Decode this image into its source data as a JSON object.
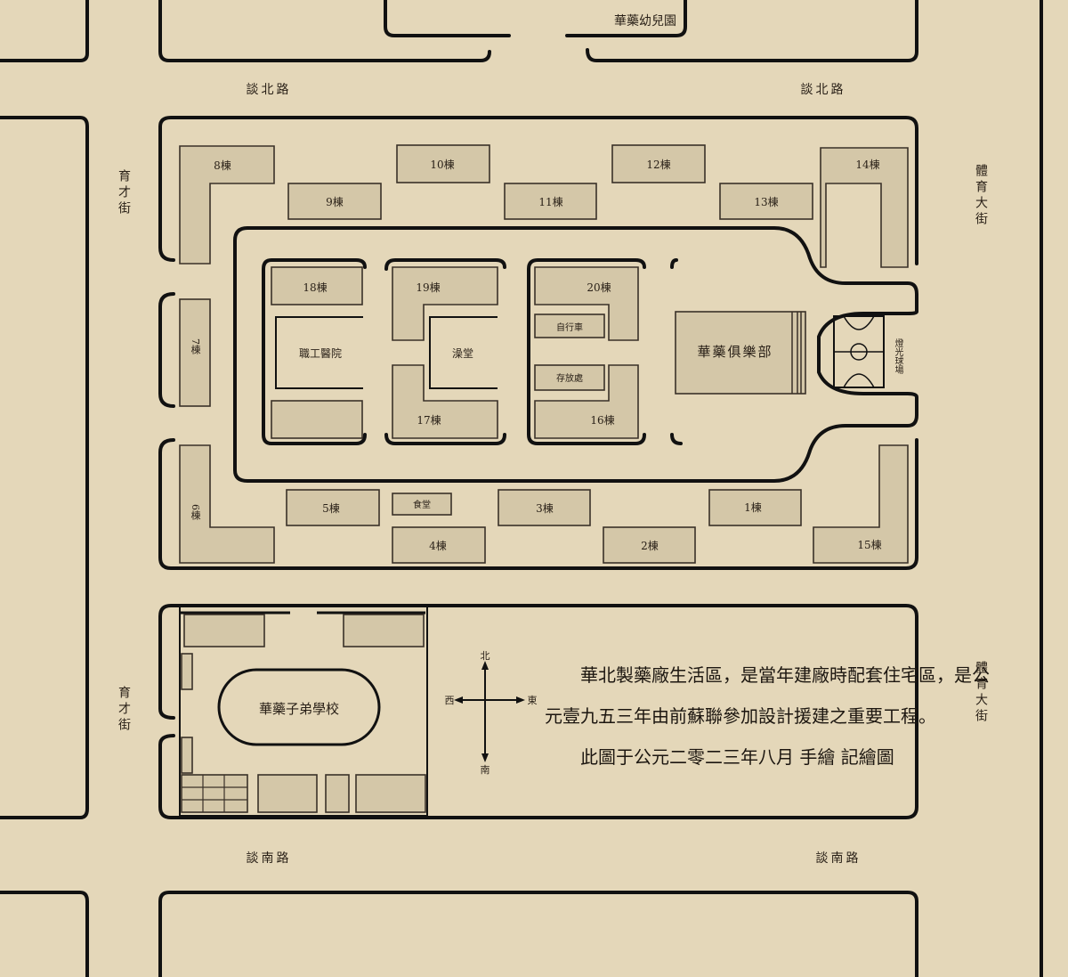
{
  "map": {
    "streets": {
      "north_left": "談北路",
      "north_right": "談北路",
      "south_left": "談南路",
      "south_right": "談南路",
      "west_top": "育才街",
      "west_bottom": "育才街",
      "east_top": "體育大街",
      "east_bottom": "體育大街",
      "top_block": "華藥幼兒園"
    },
    "buildings": {
      "b1": "1棟",
      "b2": "2棟",
      "b3": "3棟",
      "b4": "4棟",
      "b5": "5棟",
      "b6": "6棟",
      "b7": "7棟",
      "b8": "8棟",
      "b9": "9棟",
      "b10": "10棟",
      "b11": "11棟",
      "b12": "12棟",
      "b13": "13棟",
      "b14": "14棟",
      "b15": "15棟",
      "b16": "16棟",
      "b17": "17棟",
      "b18": "18棟",
      "b19": "19棟",
      "b20": "20棟"
    },
    "facilities": {
      "clinic": "職工醫院",
      "canteen": "食堂",
      "bath": "澡堂",
      "bike": "自行車",
      "storage": "存放處",
      "club": "華藥俱樂部",
      "court": "燈光球場",
      "school": "華藥子弟學校"
    },
    "compass": {
      "north": "北",
      "south": "南",
      "east": "東",
      "west": "西"
    },
    "description": [
      "華北製藥廠生活區，是當年建廠時配套住宅區，是公",
      "元壹九五三年由前蘇聯參加設計援建之重要工程。",
      "此圖于公元二零二三年八月 手繪 記繪圖"
    ],
    "colors": {
      "paper": "#e8dcc0",
      "building": "#d4c7a8",
      "line": "#111111"
    }
  }
}
